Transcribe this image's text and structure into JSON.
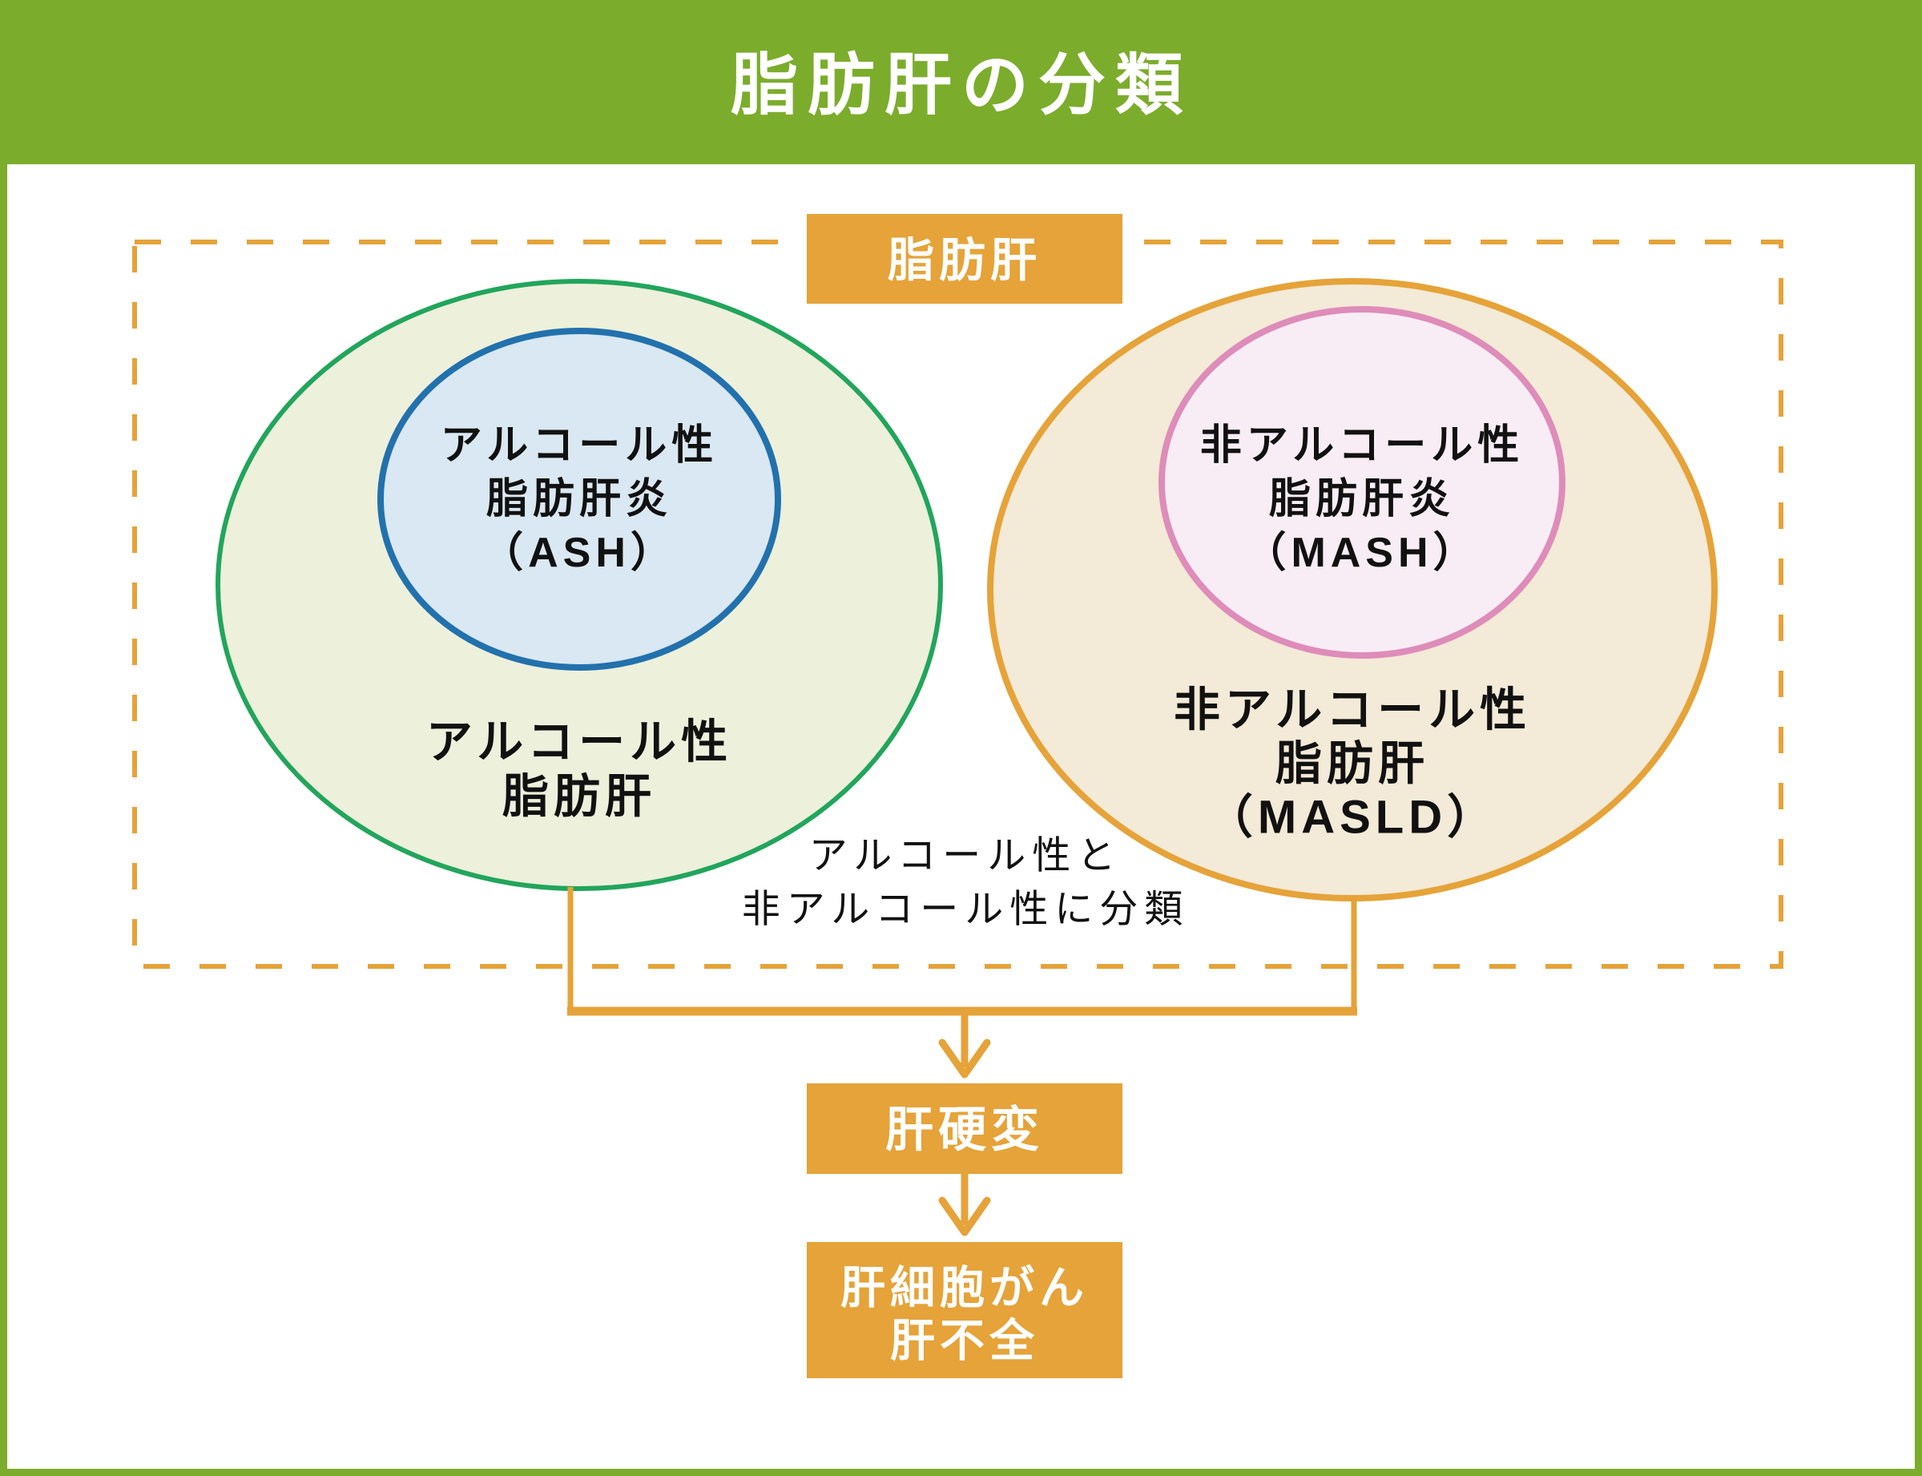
{
  "colors": {
    "green": "#7CAC2C",
    "orange": "#E5A339",
    "white": "#FFFFFF",
    "text": "#111111",
    "venn_left_fill": "#EDF0DB",
    "venn_left_stroke": "#22A55C",
    "inner_blue_fill": "#D9E8F2",
    "inner_blue_stroke": "#2271AD",
    "venn_right_fill": "#F3EAD7",
    "venn_right_stroke": "#E5A339",
    "inner_pink_fill": "#F9EDF5",
    "inner_pink_stroke": "#DE8CBA"
  },
  "header": {
    "title": "脂肪肝の分類"
  },
  "fatty_liver_box": {
    "label": "脂肪肝"
  },
  "venn": {
    "left_inner": {
      "label_lines": [
        "アルコール性",
        "脂肪肝炎",
        "（ASH）"
      ]
    },
    "left_outer": {
      "label_lines": [
        "アルコール性",
        "脂肪肝"
      ]
    },
    "right_inner": {
      "label_lines": [
        "非アルコール性",
        "脂肪肝炎",
        "（MASH）"
      ]
    },
    "right_outer": {
      "label_lines": [
        "非アルコール性",
        "脂肪肝",
        "（MASLD）"
      ]
    },
    "caption_lines": [
      "アルコール性と",
      "非アルコール性に分類"
    ]
  },
  "flow": {
    "cirrhosis_label": "肝硬変",
    "outcome_lines": [
      "肝細胞がん",
      "肝不全"
    ]
  }
}
